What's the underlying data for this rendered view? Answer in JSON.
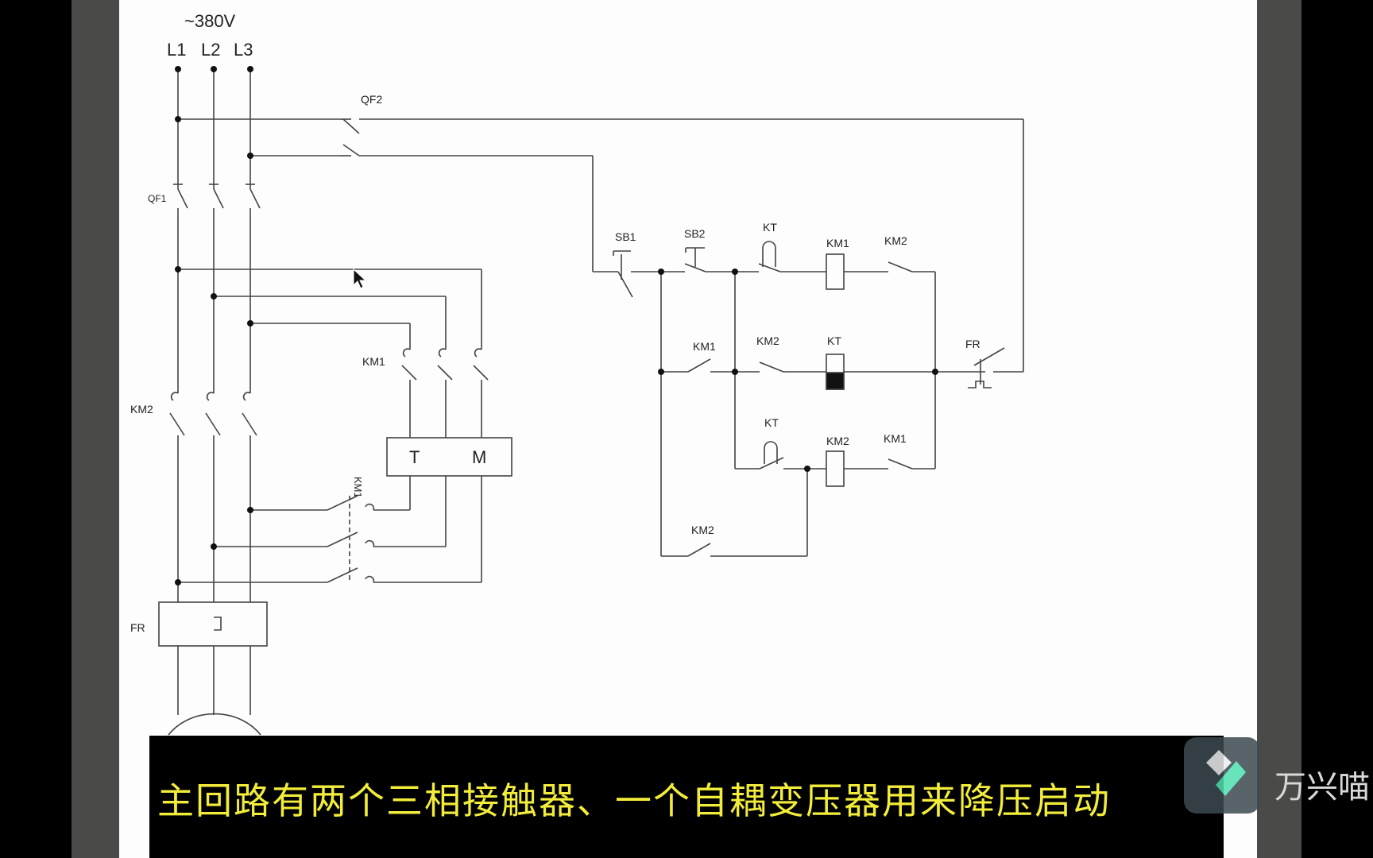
{
  "supply": {
    "voltage": "~380V",
    "phases": [
      "L1",
      "L2",
      "L3"
    ]
  },
  "labels": {
    "qf2": "QF2",
    "qf1": "QF1",
    "km1_main": "KM1",
    "km2_main": "KM2",
    "km1_vert": "KM1",
    "fr_main": "FR",
    "transformer_t": "T",
    "transformer_m": "M",
    "sb1": "SB1",
    "sb2": "SB2",
    "kt_top": "KT",
    "km1_coil": "KM1",
    "km2_top": "KM2",
    "km1_hold": "KM1",
    "km2_mid": "KM2",
    "kt_coil": "KT",
    "fr_ctrl": "FR",
    "kt_bottom": "KT",
    "km2_coil": "KM2",
    "km1_interlock": "KM1",
    "km2_bottom": "KM2"
  },
  "subtitle": "主回路有两个三相接触器、一个自耦变压器用来降压启动",
  "watermark": "万兴喵"
}
